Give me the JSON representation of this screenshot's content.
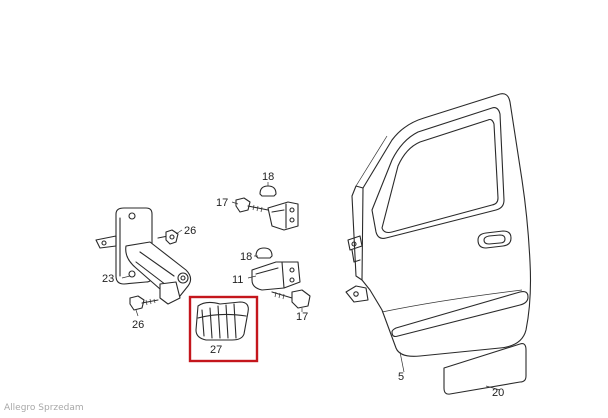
{
  "callouts": [
    {
      "id": "c18a",
      "text": "18"
    },
    {
      "id": "c17a",
      "text": "17"
    },
    {
      "id": "c26a",
      "text": "26"
    },
    {
      "id": "c18b",
      "text": "18"
    },
    {
      "id": "c11",
      "text": "11"
    },
    {
      "id": "c23",
      "text": "23"
    },
    {
      "id": "c26b",
      "text": "26"
    },
    {
      "id": "c17b",
      "text": "17"
    },
    {
      "id": "c27",
      "text": "27"
    },
    {
      "id": "c5",
      "text": "5"
    },
    {
      "id": "c20",
      "text": "20"
    }
  ],
  "highlight": {
    "color": "#c4161c",
    "target": "27"
  },
  "watermark": "Allegro Sprzedam"
}
